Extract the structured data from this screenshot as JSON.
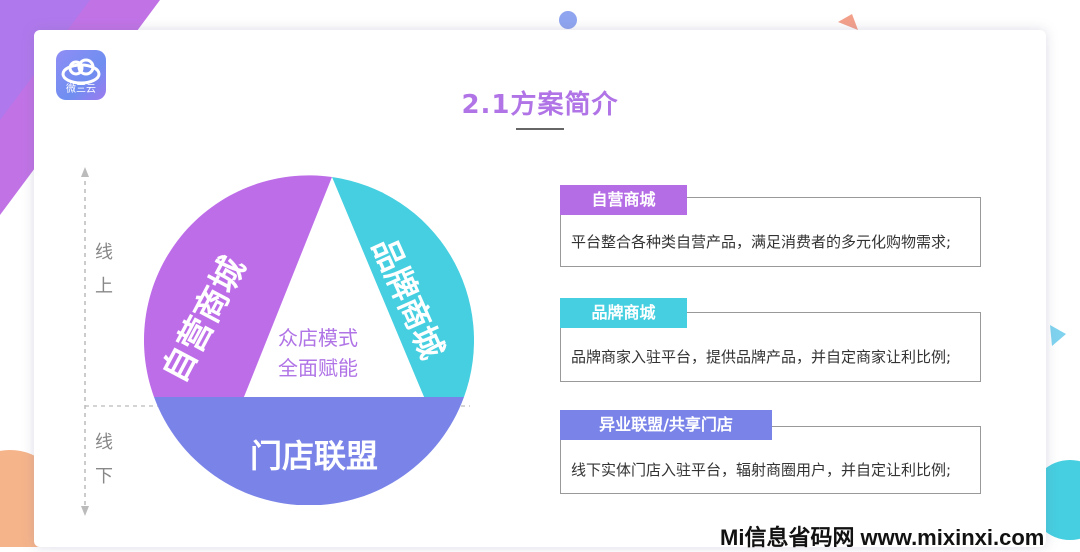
{
  "logo": {
    "text": "微三云"
  },
  "title": "2.1方案简介",
  "axis": {
    "online": [
      "线",
      "上"
    ],
    "offline": [
      "线",
      "下"
    ]
  },
  "diagram": {
    "segment_top_left": "自营商城",
    "segment_top_right": "品牌商城",
    "segment_bottom": "门店联盟",
    "center_line1": "众店模式",
    "center_line2": "全面赋能"
  },
  "cards": [
    {
      "tag": "自营商城",
      "text": "平台整合各种类自营产品，满足消费者的多元化购物需求;",
      "color": "#b56de5"
    },
    {
      "tag": "品牌商城",
      "text": "品牌商家入驻平台，提供品牌产品，并自定商家让利比例;",
      "color": "#45cfe0"
    },
    {
      "tag": "异业联盟/共享门店",
      "text": "线下实体门店入驻平台，辐射商圈用户，并自定让利比例;",
      "color": "#7a84e8"
    }
  ],
  "watermark": "Mi信息省码网 www.mixinxi.com",
  "colors": {
    "purple": "#b56de5",
    "cyan": "#45cfe0",
    "blue": "#7a84e8",
    "title": "#b074e6"
  }
}
